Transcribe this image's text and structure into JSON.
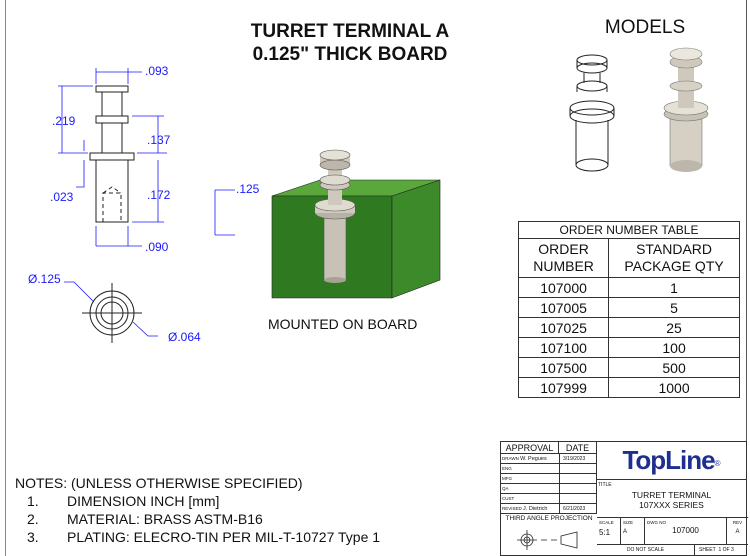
{
  "title": {
    "line1": "TURRET TERMINAL A",
    "line2": "0.125\" THICK BOARD"
  },
  "models_label": "MODELS",
  "dimensions": {
    "top_width": ".093",
    "overall": ".219",
    "upper": ".137",
    "flange": ".023",
    "lower": ".172",
    "bottom_width": ".090",
    "outer_dia": "Ø.125",
    "inner_dia": "Ø.064",
    "board_thickness": ".125"
  },
  "mounted_label": "MOUNTED ON BOARD",
  "order_table": {
    "title": "ORDER NUMBER TABLE",
    "headers": [
      "ORDER NUMBER",
      "STANDARD PACKAGE QTY"
    ],
    "rows": [
      [
        "107000",
        "1"
      ],
      [
        "107005",
        "5"
      ],
      [
        "107025",
        "25"
      ],
      [
        "107100",
        "100"
      ],
      [
        "107500",
        "500"
      ],
      [
        "107999",
        "1000"
      ]
    ]
  },
  "notes": {
    "heading": "NOTES: (UNLESS OTHERWISE SPECIFIED)",
    "items": [
      [
        "1.",
        "DIMENSION INCH [mm]"
      ],
      [
        "2.",
        "MATERIAL: BRASS ASTM-B16"
      ],
      [
        "3.",
        "PLATING: ELECRO-TIN PER MIL-T-10727 Type 1"
      ]
    ]
  },
  "title_block": {
    "approval": "APPROVAL",
    "date": "DATE",
    "rows": [
      [
        "DRAWN",
        "W. Pegues",
        "3/19/2023"
      ],
      [
        "ENG",
        "",
        ""
      ],
      [
        "MFG",
        "",
        ""
      ],
      [
        "QA",
        "",
        ""
      ],
      [
        "CUST",
        "",
        ""
      ],
      [
        "REVISED",
        "J. Dietrich",
        "6/21/2023"
      ]
    ],
    "logo": "TopLine",
    "logo_mark": "®",
    "title_label": "TITLE",
    "title1": "TURRET TERMINAL",
    "title2": "107XXX SERIES",
    "projection": "THIRD ANGLE PROJECTION",
    "scale_label": "SCALE",
    "scale": "5:1",
    "size_label": "SIZE",
    "size": "A",
    "dwg_label": "DWG NO",
    "dwg": "107000",
    "rev_label": "REV",
    "rev": "A",
    "do_not_scale": "DO NOT SCALE",
    "sheet_label": "SHEET",
    "sheet": "1 OF 3"
  },
  "colors": {
    "dim": "#1a1aff",
    "board": "#3d8a2a",
    "logo": "#1f2f8f"
  }
}
